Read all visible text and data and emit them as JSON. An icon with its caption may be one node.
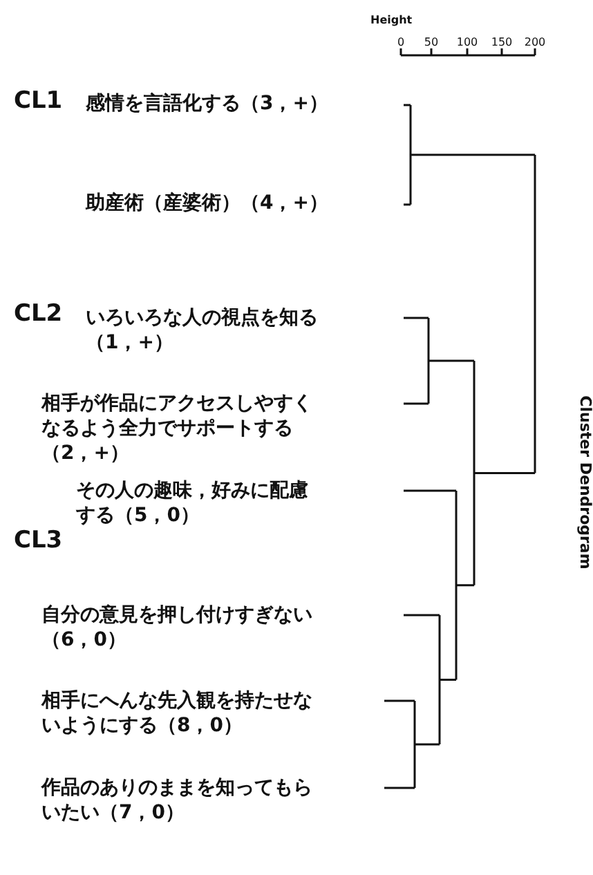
{
  "diagram": {
    "title": "Cluster Dendrogram",
    "labels": [
      "Height",
      "0",
      "50",
      "100",
      "150",
      "200",
      "CL1",
      "感情を言語化する（3，+）",
      "助産術（産婆術）（4，+）",
      "CL2",
      "いろいろな人の視点を知る（1，+）",
      "相手が作品にアクセスしやすくなるよう全力でサポートする（2，+）",
      "その人の趣味，好みに配慮する（5，0）",
      "CL3",
      "自分の意見を押し付けすぎない（6，0）",
      "相手にへんな先入観を持たせないようにする（8，0）",
      "作品のありのままを知ってもらいたい（7，0）"
    ]
  }
}
